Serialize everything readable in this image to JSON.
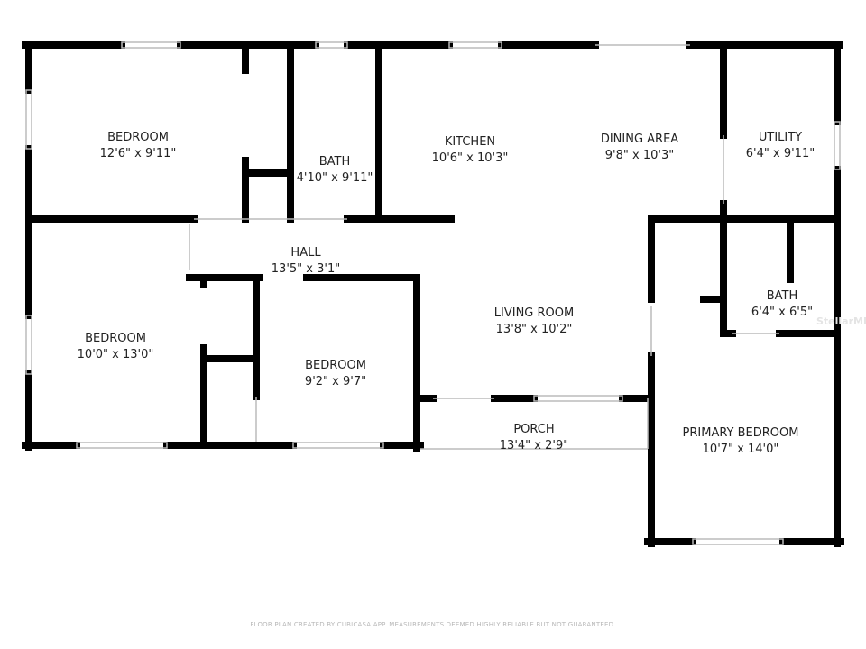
{
  "rooms": [
    {
      "name": "BEDROOM",
      "size": "12'6\" x 9'11\""
    },
    {
      "name": "BATH",
      "size": "4'10\" x 9'11\""
    },
    {
      "name": "KITCHEN",
      "size": "10'6\" x 10'3\""
    },
    {
      "name": "DINING AREA",
      "size": "9'8\" x 10'3\""
    },
    {
      "name": "UTILITY",
      "size": "6'4\" x 9'11\""
    },
    {
      "name": "HALL",
      "size": "13'5\" x 3'1\""
    },
    {
      "name": "BEDROOM",
      "size": "10'0\" x 13'0\""
    },
    {
      "name": "BEDROOM",
      "size": "9'2\" x 9'7\""
    },
    {
      "name": "LIVING ROOM",
      "size": "13'8\" x 10'2\""
    },
    {
      "name": "BATH",
      "size": "6'4\" x 6'5\""
    },
    {
      "name": "PORCH",
      "size": "13'4\" x 2'9\""
    },
    {
      "name": "PRIMARY BEDROOM",
      "size": "10'7\" x 14'0\""
    }
  ],
  "footer": "FLOOR PLAN CREATED BY CUBICASA APP. MEASUREMENTS DEEMED HIGHLY RELIABLE BUT NOT GUARANTEED.",
  "watermark": "StellarMLS",
  "colors": {
    "wall": "#000000",
    "window": "#cccccc"
  }
}
